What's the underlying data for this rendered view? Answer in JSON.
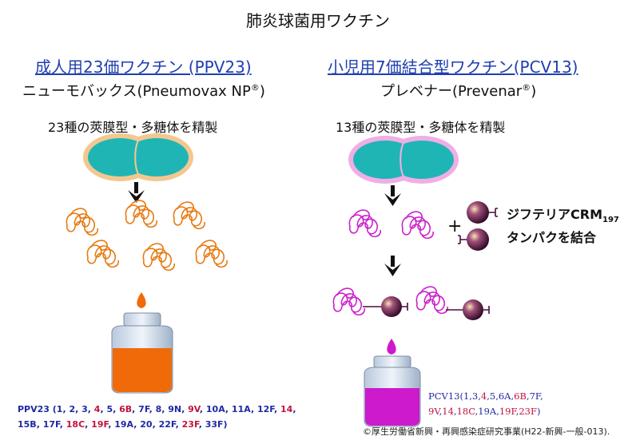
{
  "title": "肺炎球菌用ワクチン",
  "left": {
    "heading": "成人用23価ワクチン (PPV23)",
    "product_name": "ニューモバックス(Pneumovax NP",
    "product_reg": "®",
    "product_close": ")",
    "description": "23種の莢膜型・多糖体を精製",
    "serotypes": [
      {
        "t": "PPV23 (1, 2, 3, ",
        "c": "#1f2aa0"
      },
      {
        "t": "4",
        "c": "#c0143c"
      },
      {
        "t": ", 5, ",
        "c": "#1f2aa0"
      },
      {
        "t": "6B",
        "c": "#c0143c"
      },
      {
        "t": ", 7F, 8, 9N, ",
        "c": "#1f2aa0"
      },
      {
        "t": "9V",
        "c": "#c0143c"
      },
      {
        "t": ", 10A, 11A, 12F, ",
        "c": "#1f2aa0"
      },
      {
        "t": "14",
        "c": "#c0143c"
      },
      {
        "t": ",",
        "c": "#1f2aa0"
      },
      {
        "t": "BR",
        "c": ""
      },
      {
        "t": "15B, 17F, ",
        "c": "#1f2aa0"
      },
      {
        "t": "18C",
        "c": "#c0143c"
      },
      {
        "t": ", ",
        "c": "#1f2aa0"
      },
      {
        "t": "19F",
        "c": "#c0143c"
      },
      {
        "t": ", 19A, 20, 22F, ",
        "c": "#1f2aa0"
      },
      {
        "t": "23F",
        "c": "#c0143c"
      },
      {
        "t": ", 33F)",
        "c": "#1f2aa0"
      }
    ]
  },
  "right": {
    "heading": "小児用7価結合型ワクチン(PCV13)",
    "product_name": "プレベナー(Prevenar",
    "product_reg": "®",
    "product_close": ")",
    "description": "13種の莢膜型・多糖体を精製",
    "carrier_line1": "ジフテリアCRM",
    "carrier_sub": "197",
    "carrier_line2": "タンパクを結合",
    "plus": "+",
    "serotypes": [
      {
        "t": "PCV13(1,3,",
        "c": "#1f2aa0"
      },
      {
        "t": "4",
        "c": "#c0143c"
      },
      {
        "t": ",5,6A,",
        "c": "#1f2aa0"
      },
      {
        "t": "6B",
        "c": "#c0143c"
      },
      {
        "t": ",7F,",
        "c": "#1f2aa0"
      },
      {
        "t": "BR",
        "c": ""
      },
      {
        "t": "9V",
        "c": "#c0143c"
      },
      {
        "t": ",",
        "c": "#1f2aa0"
      },
      {
        "t": "14",
        "c": "#c0143c"
      },
      {
        "t": ",",
        "c": "#1f2aa0"
      },
      {
        "t": "18C",
        "c": "#c0143c"
      },
      {
        "t": ",19A,",
        "c": "#1f2aa0"
      },
      {
        "t": "19F",
        "c": "#c0143c"
      },
      {
        "t": ",",
        "c": "#1f2aa0"
      },
      {
        "t": "23F",
        "c": "#c0143c"
      },
      {
        "t": ")",
        "c": "#1f2aa0"
      }
    ]
  },
  "copyright": "©厚生労働省新興・再興感染症研究事業(H22-新興-一般-013).",
  "colors": {
    "heading_blue": "#1f3fb0",
    "serotype_blue": "#1f2aa0",
    "serotype_red": "#c0143c",
    "capsule_teal": "#1fb5b5",
    "left_capsule_ring": "#f2c890",
    "right_capsule_ring": "#f0aee6",
    "left_polysaccharide": "#e87a12",
    "right_polysaccharide": "#cc22cc",
    "left_liquid": "#f06a0a",
    "right_liquid": "#cc1acc",
    "protein_sphere": "#4a0f3a"
  }
}
